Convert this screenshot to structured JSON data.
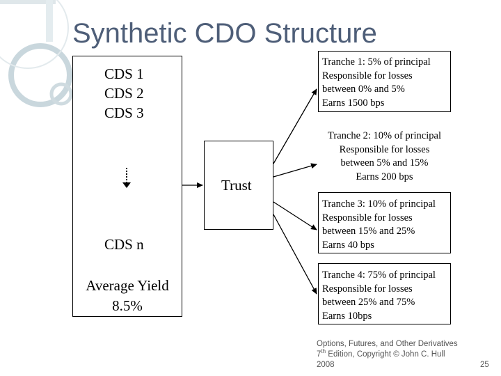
{
  "title": "Synthetic CDO Structure",
  "portfolio": {
    "cds_items": [
      "CDS 1",
      "CDS 2",
      "CDS 3"
    ],
    "last_item": "CDS n",
    "average_yield_label": "Average Yield",
    "average_yield_value": "8.5%"
  },
  "trust_label": "Trust",
  "tranches": [
    {
      "name": "Tranche 1: 5% of principal",
      "responsibility": "Responsible for losses",
      "range": "between 0% and 5%",
      "earnings": "Earns 1500 bps"
    },
    {
      "name": "Tranche 2: 10% of principal",
      "responsibility": "Responsible for losses",
      "range": "between 5% and 15%",
      "earnings": "Earns 200 bps"
    },
    {
      "name": "Tranche 3: 10% of principal",
      "responsibility": "Responsible for losses",
      "range": "between 15% and 25%",
      "earnings": "Earns 40 bps"
    },
    {
      "name": "Tranche 4: 75% of principal",
      "responsibility": "Responsible for losses",
      "range": "between 25% and 75%",
      "earnings": "Earns 10bps"
    }
  ],
  "footer": {
    "line1": "Options, Futures, and Other Derivatives",
    "edition_number": "7",
    "edition_suffix": "th",
    "line2_rest": " Edition, Copyright © John C. Hull",
    "line3": "2008"
  },
  "page_number": "25",
  "colors": {
    "title": "#4e5e78",
    "decor_circle": "#c9d7dd",
    "decor_bar": "#dfe7ea"
  }
}
